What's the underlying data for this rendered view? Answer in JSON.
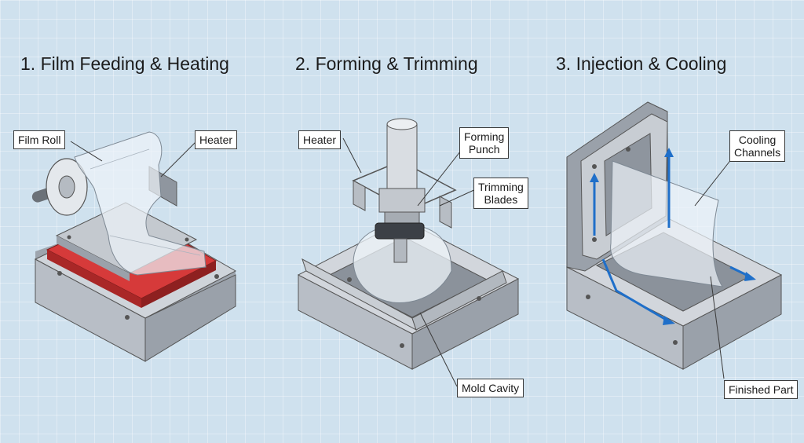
{
  "steps": [
    {
      "title": "1. Film Feeding & Heating"
    },
    {
      "title": "2. Forming & Trimming"
    },
    {
      "title": "3. Injection & Cooling"
    }
  ],
  "callouts": {
    "film_roll": "Film Roll",
    "heater_1": "Heater",
    "heater_2": "Heater",
    "forming_punch": [
      "Forming",
      "Punch"
    ],
    "trimming_blades": [
      "Trimming",
      "Blades"
    ],
    "mold_cavity": "Mold Cavity",
    "cooling_channels": [
      "Cooling",
      "Channels"
    ],
    "finished_part": "Finished Part"
  },
  "colors": {
    "background": "#cfe1ee",
    "steel_top": "#d7dbe0",
    "steel_side": "#a9afb7",
    "heater_red": "#d63a3a",
    "cooling_arrow": "#1f6fc9",
    "film": "#eef4f9"
  }
}
